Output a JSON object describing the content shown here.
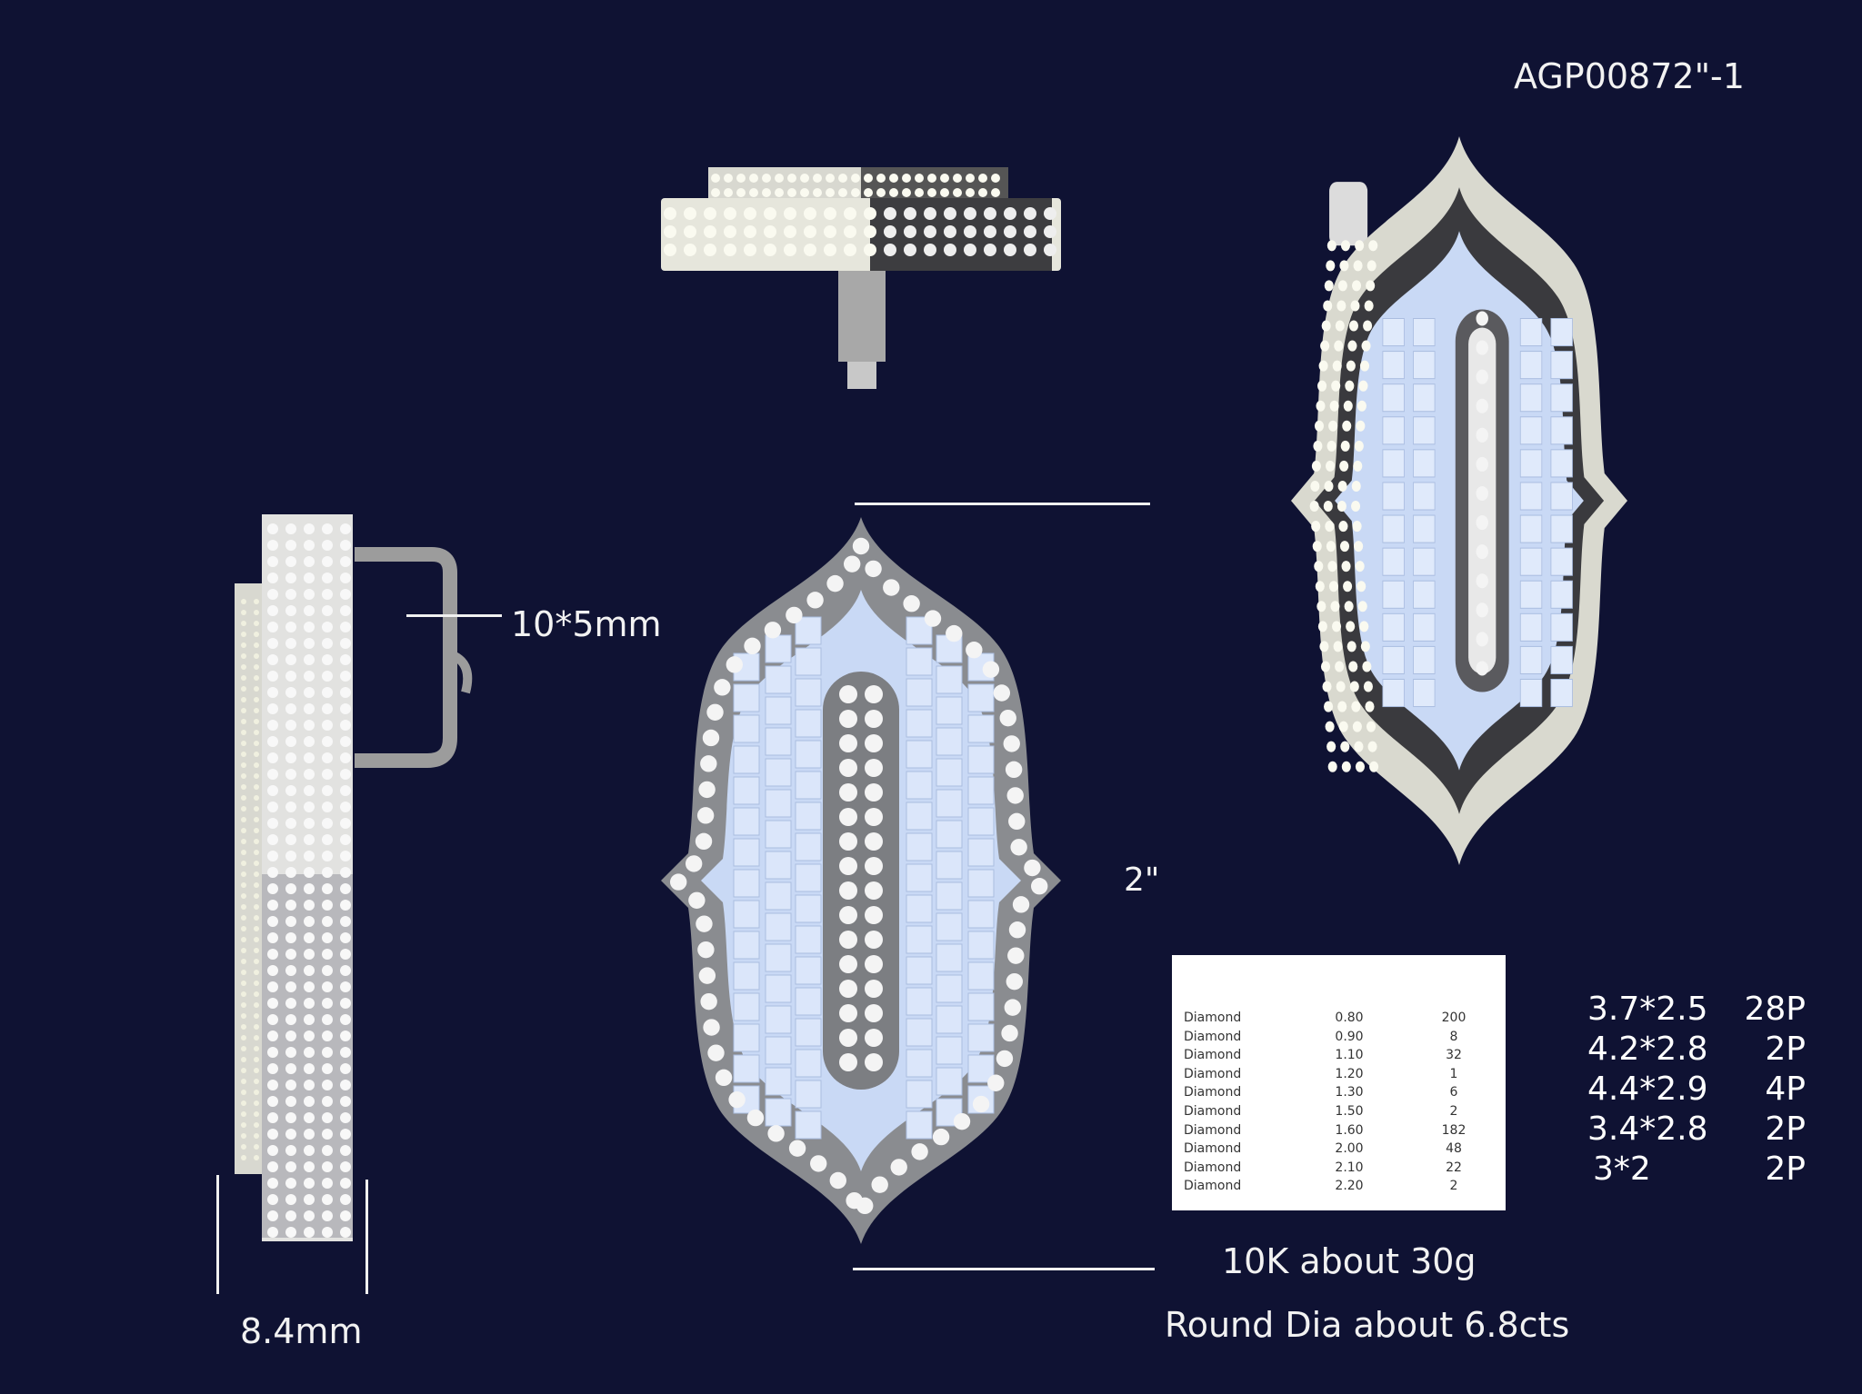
{
  "title": "AGP00872\"-1",
  "dimensions": {
    "bail": "10*5mm",
    "thickness": "8.4mm",
    "height": "2\""
  },
  "metal": "10K  about  30g",
  "round_diamond": "Round Dia about  6.8cts",
  "stone_table": [
    {
      "type": "Diamond",
      "size": "0.80",
      "qty": "200"
    },
    {
      "type": "Diamond",
      "size": "0.90",
      "qty": "8"
    },
    {
      "type": "Diamond",
      "size": "1.10",
      "qty": "32"
    },
    {
      "type": "Diamond",
      "size": "1.20",
      "qty": "1"
    },
    {
      "type": "Diamond",
      "size": "1.30",
      "qty": "6"
    },
    {
      "type": "Diamond",
      "size": "1.50",
      "qty": "2"
    },
    {
      "type": "Diamond",
      "size": "1.60",
      "qty": "182"
    },
    {
      "type": "Diamond",
      "size": "2.00",
      "qty": "48"
    },
    {
      "type": "Diamond",
      "size": "2.10",
      "qty": "22"
    },
    {
      "type": "Diamond",
      "size": "2.20",
      "qty": "2"
    }
  ],
  "baguettes": [
    {
      "size": "3.7*2.5",
      "qty": "28P"
    },
    {
      "size": "4.2*2.8",
      "qty": "2P"
    },
    {
      "size": "4.4*2.9",
      "qty": "4P"
    },
    {
      "size": "3.4*2.8",
      "qty": "2P"
    },
    {
      "size": "3*2",
      "qty": "2P"
    }
  ],
  "colors": {
    "background": "#0f1233",
    "metal": "#8a8c90",
    "baguette": "#c9d9f5",
    "diamond": "#f4f4f4"
  }
}
